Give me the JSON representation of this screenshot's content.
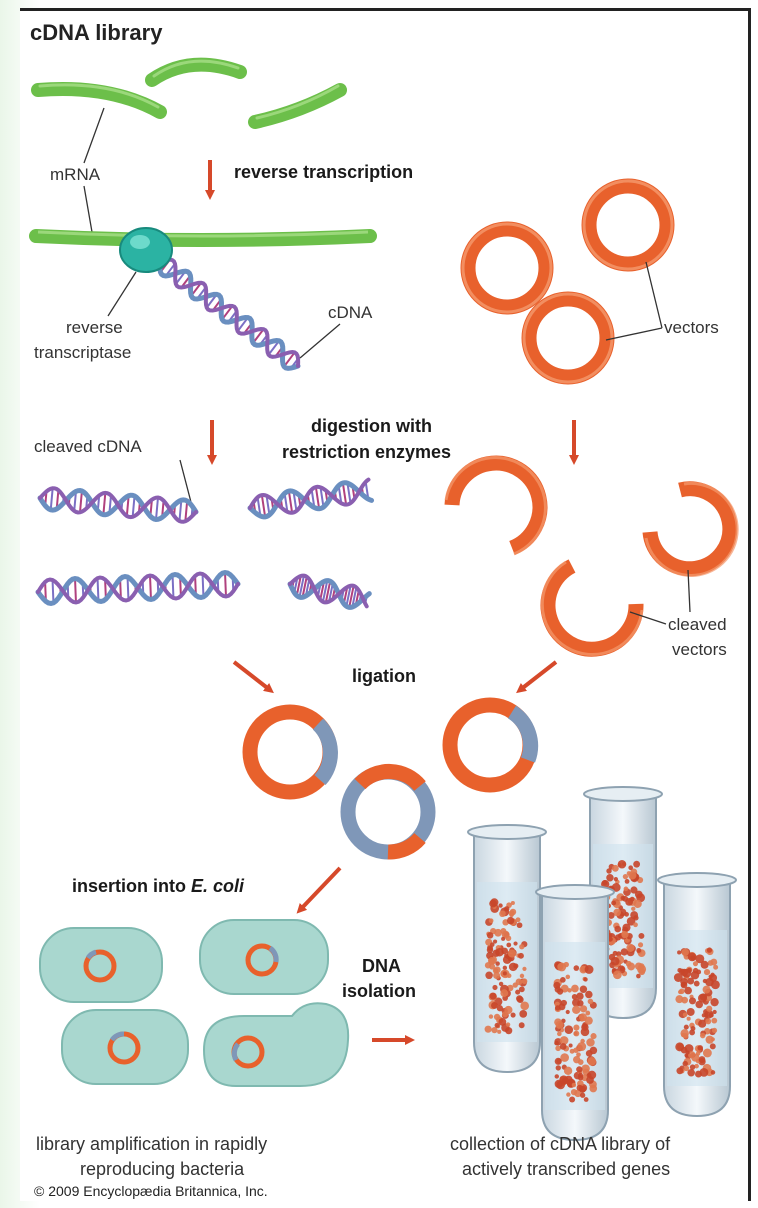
{
  "title": "cDNA library",
  "steps": {
    "reverse_transcription": "reverse transcription",
    "digestion_line1": "digestion with",
    "digestion_line2": "restriction enzymes",
    "ligation": "ligation",
    "insertion_prefix": "insertion into ",
    "insertion_organism": "E. coli",
    "dna_isolation_line1": "DNA",
    "dna_isolation_line2": "isolation"
  },
  "labels": {
    "mrna": "mRNA",
    "reverse_transcriptase_line1": "reverse",
    "reverse_transcriptase_line2": "transcriptase",
    "cdna": "cDNA",
    "vectors": "vectors",
    "cleaved_cdna": "cleaved cDNA",
    "cleaved_vectors_line1": "cleaved",
    "cleaved_vectors_line2": "vectors"
  },
  "captions": {
    "amplification_line1": "library amplification in rapidly",
    "amplification_line2": "reproducing bacteria",
    "collection_line1": "collection of cDNA library of",
    "collection_line2": "actively transcribed genes"
  },
  "copyright": "© 2009 Encyclopædia Britannica, Inc.",
  "colors": {
    "mrna_green": "#6cbf4a",
    "vector_orange": "#e8612c",
    "arrow_red": "#d6492a",
    "dna_blue": "#6a8fc0",
    "dna_magenta": "#b0417e",
    "enzyme_teal": "#2bb3a3",
    "bacteria_teal": "#a9d7cf",
    "insert_blue": "#7f97b8"
  }
}
